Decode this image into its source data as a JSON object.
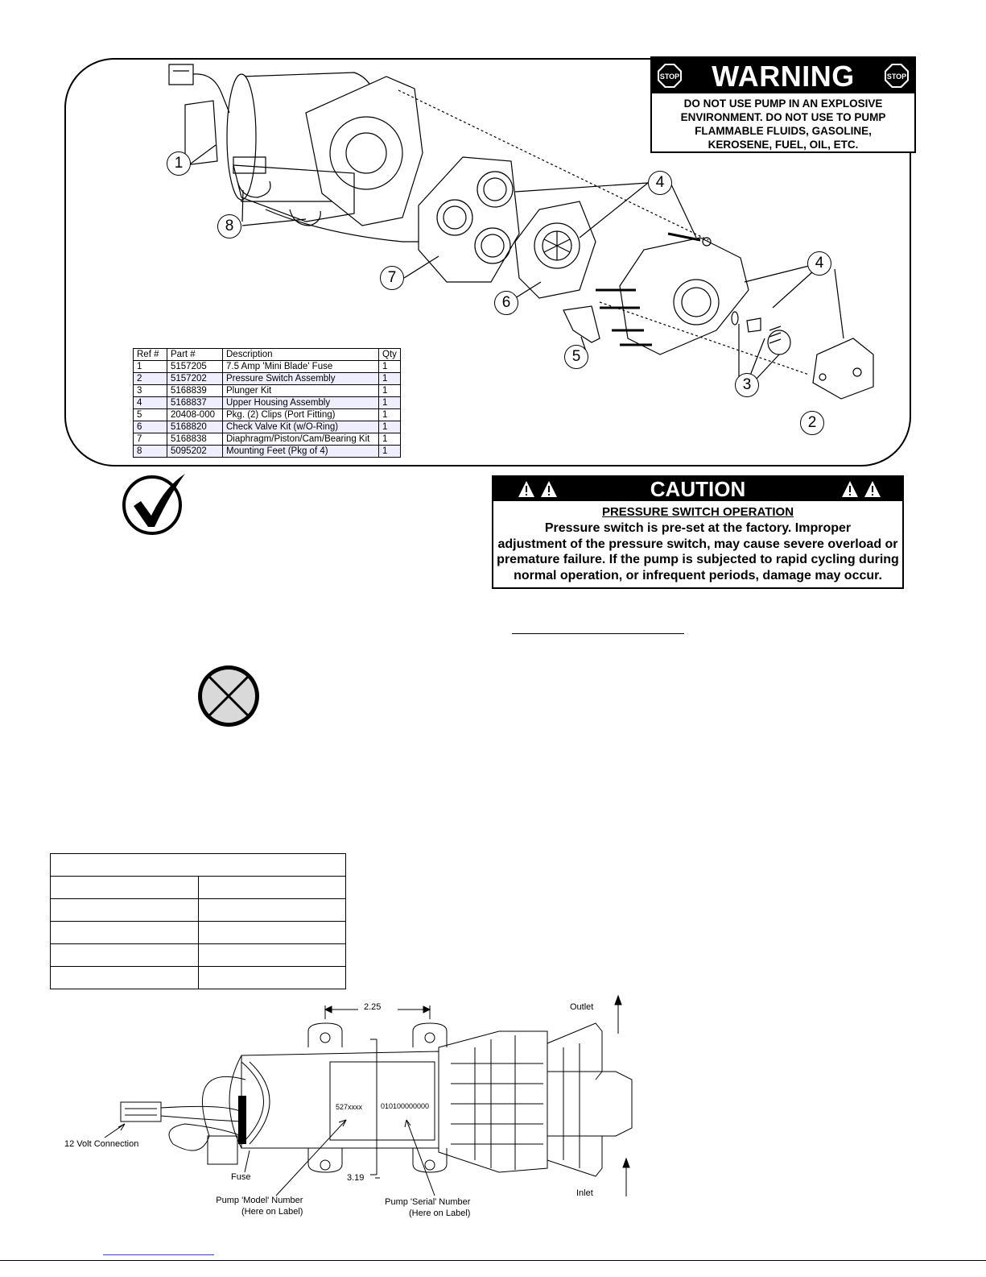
{
  "warning": {
    "title": "WARNING",
    "stop_label": "STOP",
    "lines": [
      "DO NOT USE PUMP IN AN EXPLOSIVE",
      "ENVIRONMENT. DO NOT USE TO PUMP",
      "FLAMMABLE FLUIDS, GASOLINE,",
      "KEROSENE, FUEL, OIL, ETC."
    ]
  },
  "parts_table": {
    "headers": [
      "Ref #",
      "Part #",
      "Description",
      "Qty"
    ],
    "rows": [
      [
        "1",
        "5157205",
        "7.5 Amp 'Mini Blade' Fuse",
        "1"
      ],
      [
        "2",
        "5157202",
        "Pressure Switch Assembly",
        "1"
      ],
      [
        "3",
        "5168839",
        "Plunger Kit",
        "1"
      ],
      [
        "4",
        "5168837",
        "Upper Housing Assembly",
        "1"
      ],
      [
        "5",
        "20408-000",
        "Pkg. (2) Clips (Port Fitting)",
        "1"
      ],
      [
        "6",
        "5168820",
        "Check Valve Kit (w/O-Ring)",
        "1"
      ],
      [
        "7",
        "5168838",
        "Diaphragm/Piston/Cam/Bearing Kit",
        "1"
      ],
      [
        "8",
        "5095202",
        "Mounting Feet (Pkg of 4)",
        "1"
      ]
    ]
  },
  "callouts": [
    "1",
    "8",
    "7",
    "6",
    "5",
    "4",
    "4",
    "3",
    "2"
  ],
  "caution": {
    "title": "CAUTION",
    "subtitle": "PRESSURE SWITCH OPERATION",
    "lines": [
      "Pressure switch is pre-set at the factory. Improper",
      "adjustment of the pressure switch, may cause severe overload or",
      "premature failure. If the pump is subjected to rapid cycling during",
      "normal operation, or infrequent periods, damage may occur."
    ]
  },
  "dimension_drawing": {
    "dim_width": "2.25",
    "dim_height": "3.19",
    "outlet": "Outlet",
    "inlet": "Inlet",
    "connection": "12 Volt Connection",
    "fuse": "Fuse",
    "model_label_line1": "Pump 'Model' Number",
    "model_label_line2": "(Here on Label)",
    "serial_label_line1": "Pump 'Serial' Number",
    "serial_label_line2": "(Here on Label)",
    "model_value": "527xxxx",
    "serial_value": "010100000000"
  },
  "colors": {
    "table_row_tint": "#eeeeff",
    "link_underline": "#3b3bd6"
  }
}
